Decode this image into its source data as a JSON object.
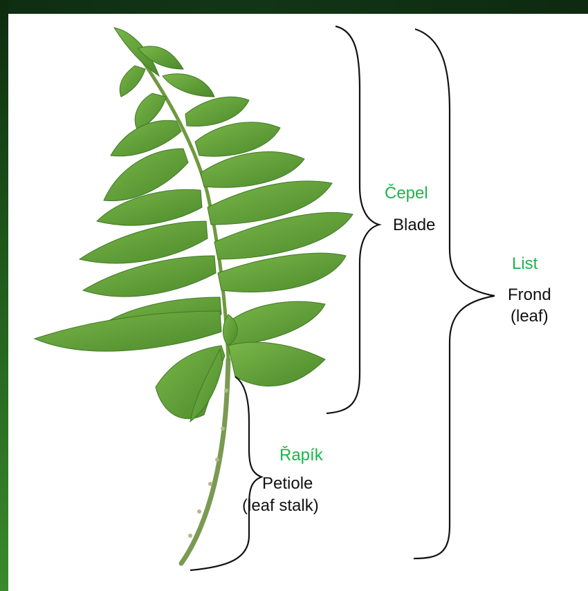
{
  "labels": {
    "blade": {
      "cz": "Čepel",
      "en": "Blade"
    },
    "frond": {
      "cz": "List",
      "en_1": "Frond",
      "en_2": "(leaf)"
    },
    "petiole": {
      "cz": "Řapík",
      "en_1": "Petiole",
      "en_2": "(leaf stalk)"
    }
  },
  "colors": {
    "czech_label": "#1db34a",
    "english_label": "#111111",
    "fern_green": "#5a9a35",
    "background_edge": "#1e4f1a"
  }
}
